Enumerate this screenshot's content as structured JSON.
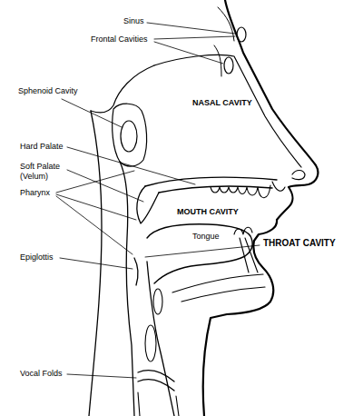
{
  "diagram": {
    "labels": [
      "Sinus",
      "Frontal Cavities",
      "Sphenoid Cavity",
      "NASAL CAVITY",
      "Hard Palate",
      "Soft Palate (Velum)",
      "Pharynx",
      "MOUTH CAVITY",
      "Tongue",
      "THROAT CAVITY",
      "Epiglottis",
      "Vocal Folds"
    ]
  }
}
